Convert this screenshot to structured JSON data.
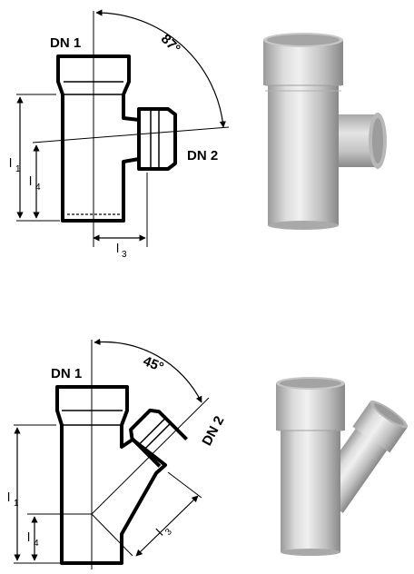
{
  "figure_87": {
    "dn1_label": "DN 1",
    "dn2_label": "DN 2",
    "angle_label": "87°",
    "l1_main": "l",
    "l1_sub": "1",
    "l4_main": "l",
    "l4_sub": "4",
    "l3_main": "l",
    "l3_sub": "3"
  },
  "figure_45": {
    "dn1_label": "DN 1",
    "dn2_label": "DN 2",
    "angle_label": "45°",
    "l1_main": "l",
    "l1_sub": "1",
    "l4_main": "l",
    "l4_sub": "4",
    "l3_main": "l",
    "l3_sub": "3"
  },
  "colors": {
    "pipe_light": "#e2e2e2",
    "pipe_mid": "#c4c4c4",
    "pipe_dark": "#8e8e8e",
    "line": "#000000"
  }
}
